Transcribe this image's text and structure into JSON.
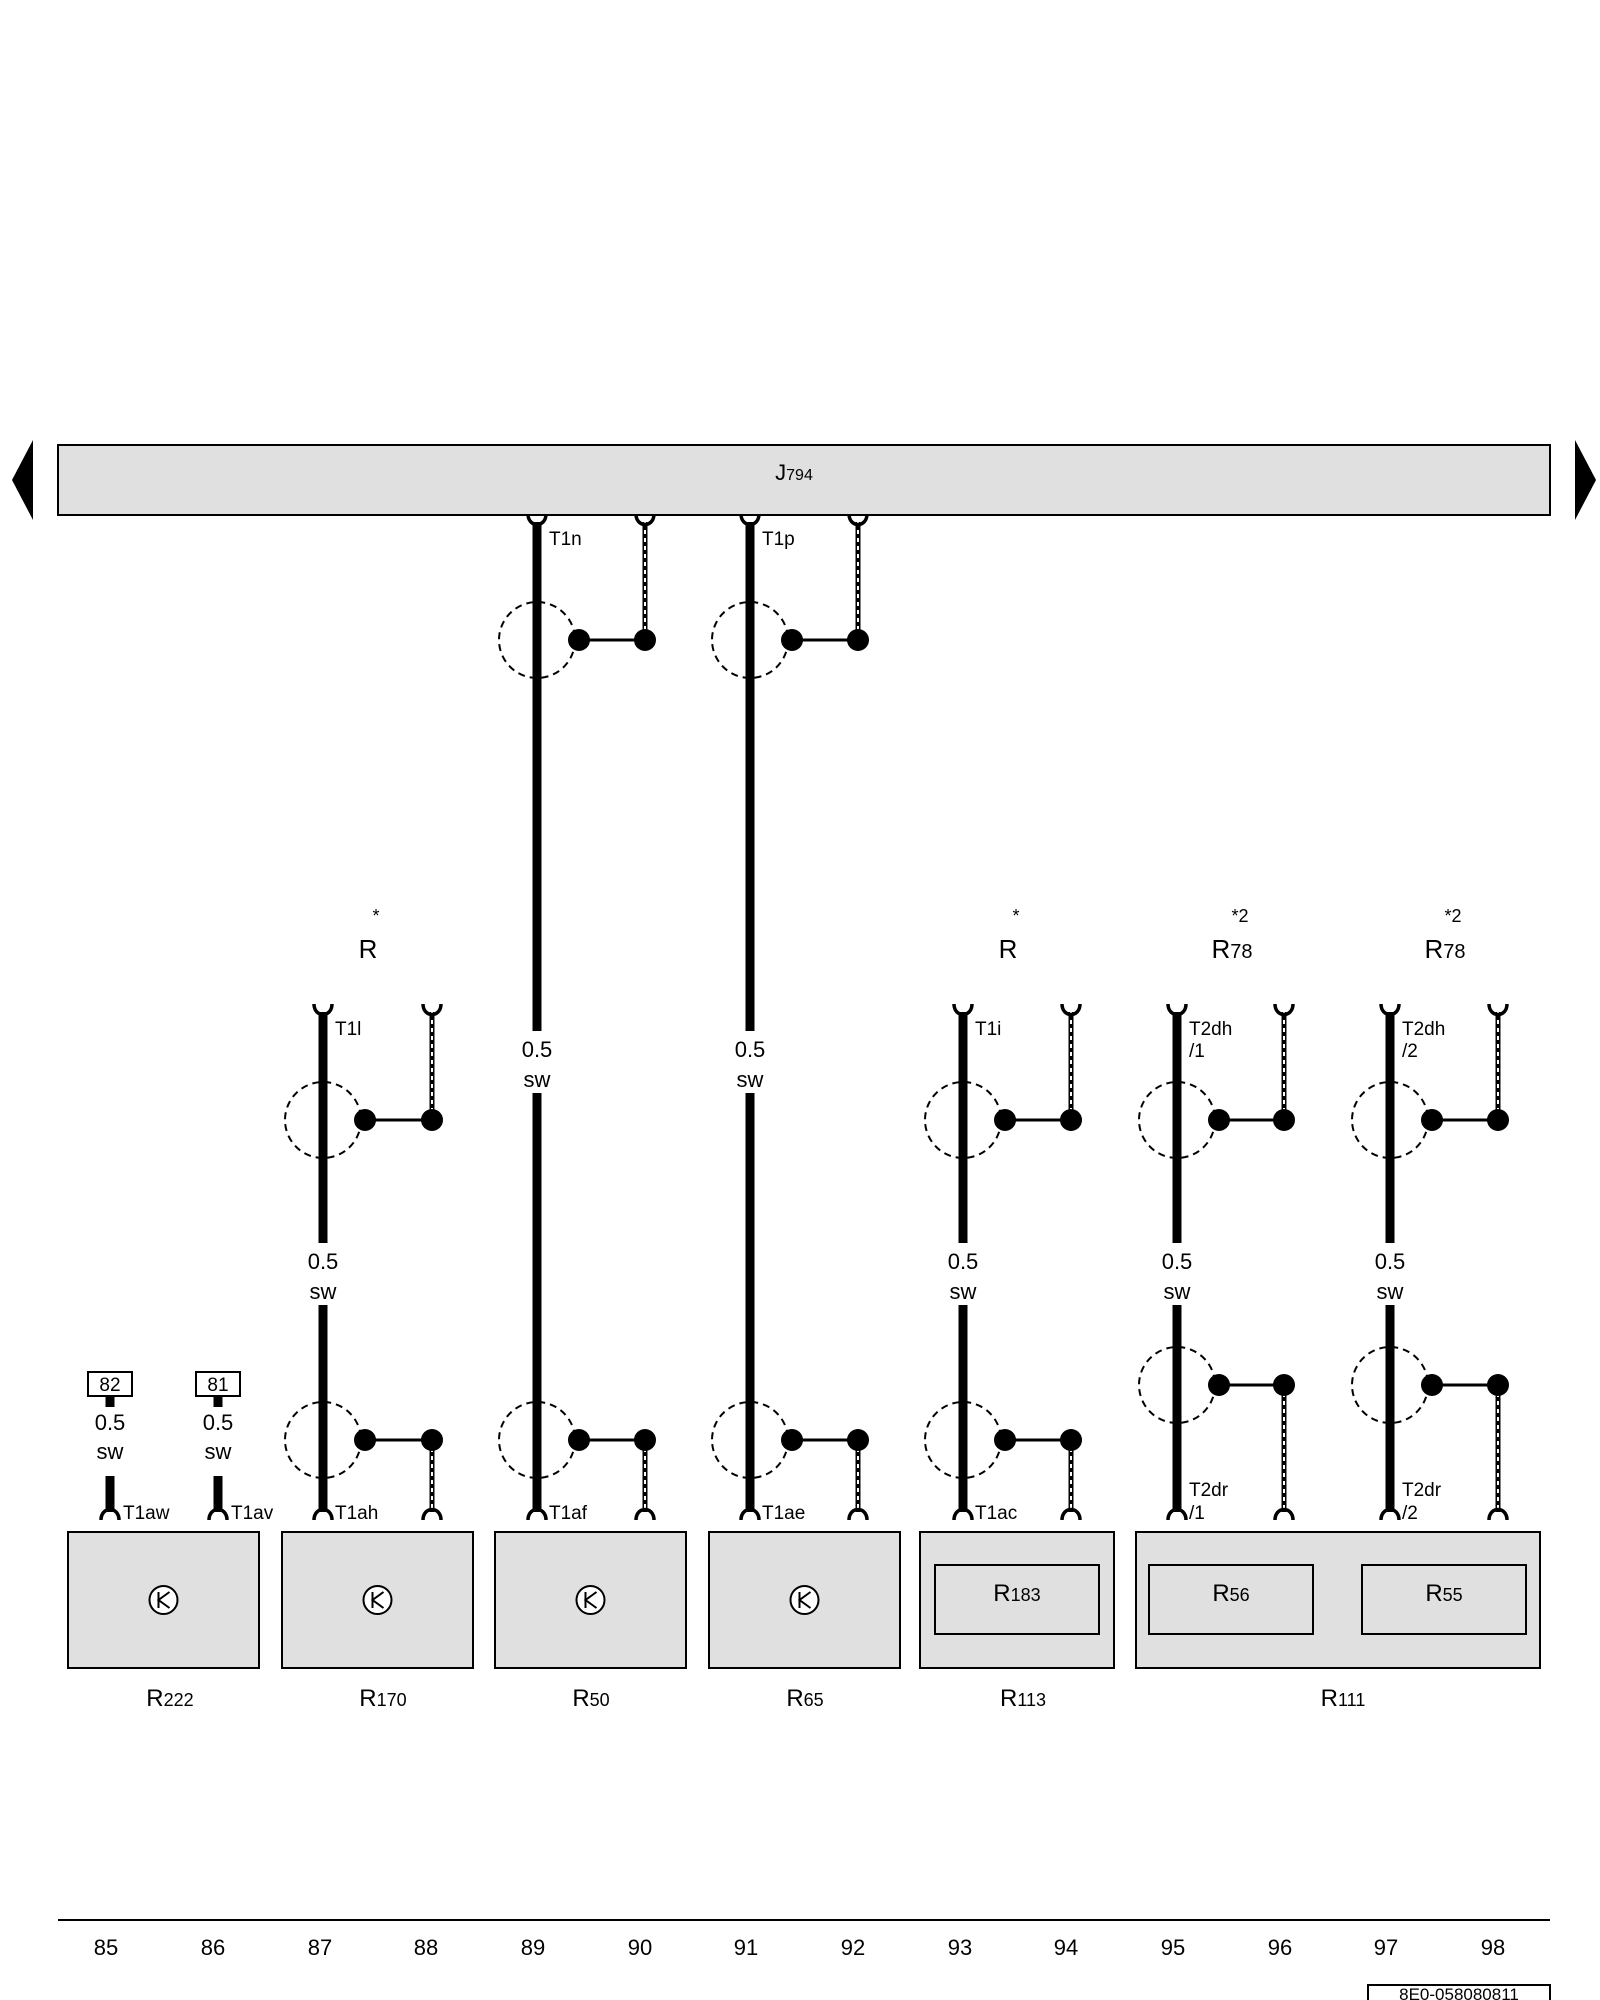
{
  "control_unit": {
    "prefix": "J",
    "sub": "794"
  },
  "columns": [
    "85",
    "86",
    "87",
    "88",
    "89",
    "90",
    "91",
    "92",
    "93",
    "94",
    "95",
    "96",
    "97",
    "98"
  ],
  "drawing_number": "8E0-058080811",
  "wire_labels": {
    "size": "0.5",
    "color": "sw"
  },
  "ref_boxes": [
    {
      "id": "ref82",
      "text": "82",
      "connector": "T1aw"
    },
    {
      "id": "ref81",
      "text": "81",
      "connector": "T1av"
    }
  ],
  "channels": [
    {
      "id": "ch87",
      "top_connector": "T1l",
      "bottom_connector": "T1ah",
      "header_note": "*",
      "header_prefix": "R",
      "header_sub": ""
    },
    {
      "id": "ch89",
      "top_connector": "T1n",
      "bottom_connector": "T1af"
    },
    {
      "id": "ch91",
      "top_connector": "T1p",
      "bottom_connector": "T1ae"
    },
    {
      "id": "ch93",
      "top_connector": "T1i",
      "bottom_connector": "T1ac",
      "header_note": "*",
      "header_prefix": "R",
      "header_sub": ""
    },
    {
      "id": "ch95",
      "top_connector": "T2dh",
      "top_connector_pin": "/1",
      "bottom_connector": "T2dr",
      "bottom_connector_pin": "/1",
      "header_note": "*2",
      "header_prefix": "R",
      "header_sub": "78"
    },
    {
      "id": "ch97",
      "top_connector": "T2dh",
      "top_connector_pin": "/2",
      "bottom_connector": "T2dr",
      "bottom_connector_pin": "/2",
      "header_note": "*2",
      "header_prefix": "R",
      "header_sub": "78"
    }
  ],
  "components": [
    {
      "id": "R222",
      "prefix": "R",
      "sub": "222",
      "type": "speaker"
    },
    {
      "id": "R170",
      "prefix": "R",
      "sub": "170",
      "type": "speaker"
    },
    {
      "id": "R50",
      "prefix": "R",
      "sub": "50",
      "type": "speaker"
    },
    {
      "id": "R65",
      "prefix": "R",
      "sub": "65",
      "type": "speaker"
    },
    {
      "id": "R113",
      "prefix": "R",
      "sub": "113",
      "type": "module",
      "inner": [
        {
          "prefix": "R",
          "sub": "183"
        }
      ]
    },
    {
      "id": "R111",
      "prefix": "R",
      "sub": "111",
      "type": "module",
      "inner": [
        {
          "prefix": "R",
          "sub": "56"
        },
        {
          "prefix": "R",
          "sub": "55"
        }
      ]
    }
  ]
}
